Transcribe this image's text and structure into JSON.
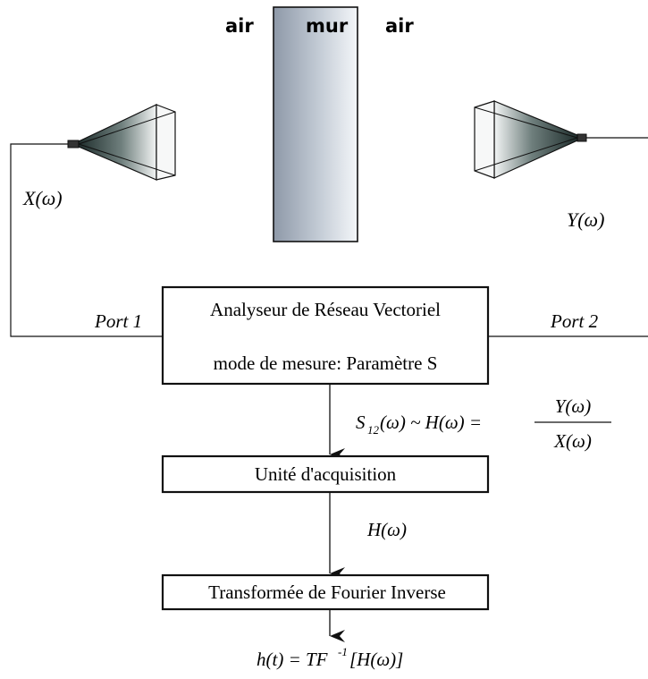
{
  "labels": {
    "air_left": "air",
    "wall": "mur",
    "air_right": "air",
    "x_signal": "X(ω)",
    "y_signal": "Y(ω)",
    "port1": "Port 1",
    "port2": "Port 2",
    "vna_line1": "Analyseur de Réseau Vectoriel",
    "vna_line2": "mode de mesure: Paramètre  S",
    "eq_s": "S",
    "eq_s_sub": "12",
    "eq_mid": "(ω) ~ H(ω) =",
    "eq_num": "Y(ω)",
    "eq_den": "X(ω)",
    "acq": "Unité d'acquisition",
    "h_omega": "H(ω)",
    "fourier": "Transformée de Fourier Inverse",
    "out_h": "h(t) = TF",
    "out_sup": "-1",
    "out_rest": "[H(ω)]"
  }
}
